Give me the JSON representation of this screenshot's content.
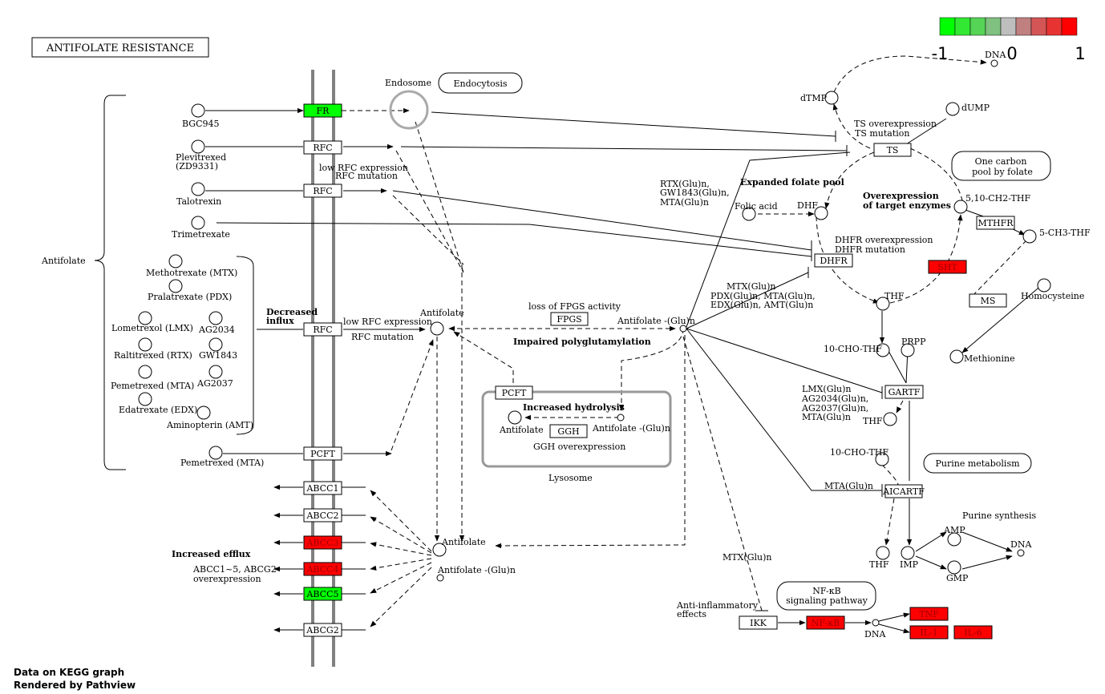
{
  "title": "ANTIFOLATE RESISTANCE",
  "legend": {
    "colors": [
      "#00ff00",
      "#33e833",
      "#55d455",
      "#80c080",
      "#bebebe",
      "#c08080",
      "#d45555",
      "#e83333",
      "#ff0000"
    ],
    "labels": [
      "-1",
      "0",
      "1"
    ]
  },
  "genes": [
    {
      "id": "FR",
      "label": "FR",
      "fill": "#00ff00"
    },
    {
      "id": "RFC1",
      "label": "RFC",
      "fill": "#ffffff"
    },
    {
      "id": "RFC2",
      "label": "RFC",
      "fill": "#ffffff"
    },
    {
      "id": "RFC3",
      "label": "RFC",
      "fill": "#ffffff"
    },
    {
      "id": "PCFT1",
      "label": "PCFT",
      "fill": "#ffffff"
    },
    {
      "id": "PCFT2",
      "label": "PCFT",
      "fill": "#ffffff"
    },
    {
      "id": "ABCC1",
      "label": "ABCC1",
      "fill": "#ffffff"
    },
    {
      "id": "ABCC2",
      "label": "ABCC2",
      "fill": "#ffffff"
    },
    {
      "id": "ABCC3",
      "label": "ABCC3",
      "fill": "#ff0000"
    },
    {
      "id": "ABCC4",
      "label": "ABCC4",
      "fill": "#ff0000"
    },
    {
      "id": "ABCC5",
      "label": "ABCC5",
      "fill": "#00ff00"
    },
    {
      "id": "ABCG2",
      "label": "ABCG2",
      "fill": "#ffffff"
    },
    {
      "id": "FPGS",
      "label": "FPGS",
      "fill": "#ffffff"
    },
    {
      "id": "GGH",
      "label": "GGH",
      "fill": "#ffffff"
    },
    {
      "id": "TS",
      "label": "TS",
      "fill": "#ffffff"
    },
    {
      "id": "DHFR",
      "label": "DHFR",
      "fill": "#ffffff"
    },
    {
      "id": "MTHFR",
      "label": "MTHFR",
      "fill": "#ffffff"
    },
    {
      "id": "SHT",
      "label": "SHT",
      "fill": "#ff0000"
    },
    {
      "id": "MS",
      "label": "MS",
      "fill": "#ffffff"
    },
    {
      "id": "GARTF",
      "label": "GARTF",
      "fill": "#ffffff"
    },
    {
      "id": "AICARTF",
      "label": "AICARTF",
      "fill": "#ffffff"
    },
    {
      "id": "IKK",
      "label": "IKK",
      "fill": "#ffffff"
    },
    {
      "id": "NFKB",
      "label": "NF-κB",
      "fill": "#ff0000"
    },
    {
      "id": "TNF",
      "label": "TNF",
      "fill": "#ff0000"
    },
    {
      "id": "IL1",
      "label": "IL-1",
      "fill": "#ff0000"
    },
    {
      "id": "IL6",
      "label": "IL-6",
      "fill": "#ff0000"
    }
  ],
  "pathways": {
    "endocytosis": "Endocytosis",
    "one_carbon": [
      "One carbon",
      "pool by folate"
    ],
    "purine": "Purine metabolism",
    "nfkb": [
      "NF-κB",
      "signaling pathway"
    ]
  },
  "compounds": {
    "bgc945": "BGC945",
    "plevitrexed": [
      "Plevitrexed",
      "(ZD9331)"
    ],
    "talotrexin": "Talotrexin",
    "trimetrexate": "Trimetrexate",
    "mtx": "Methotrexate (MTX)",
    "pdx": "Pralatrexate (PDX)",
    "lmx": "Lometrexol (LMX)",
    "ag2034": "AG2034",
    "rtx": "Raltitrexed (RTX)",
    "gw1843": "GW1843",
    "mta": "Pemetrexed (MTA)",
    "ag2037": "AG2037",
    "edx": "Edatrexate (EDX)",
    "amt": "Aminopterin (AMT)",
    "mta2": "Pemetrexed (MTA)",
    "antifolate_in": "Antifolate",
    "antifolate_glu": "Antifolate -(Glu)n",
    "lyso_antifolate": "Antifolate",
    "lyso_antifolate_glu": "Antifolate -(Glu)n",
    "efflux_antifolate": "Antifolate",
    "efflux_antifolate_glu": "Antifolate -(Glu)n",
    "folic_acid": "Folic acid",
    "dhf": "DHF",
    "dtmp": "dTMP",
    "dump": "dUMP",
    "dna_top": "DNA",
    "ch2thf": "5,10-CH2-THF",
    "ch3thf": "5-CH3-THF",
    "thf": "THF",
    "homocysteine": "Homocysteine",
    "methionine": "Methionine",
    "cho_thf1": "10-CHO-THF",
    "prpp": "PRPP",
    "thf2": "THF",
    "cho_thf2": "10-CHO-THF",
    "thf3": "THF",
    "imp": "IMP",
    "amp": "AMP",
    "gmp": "GMP",
    "dna_purine": "DNA",
    "dna_nfkb": "DNA"
  },
  "labels": {
    "antifolate": "Antifolate",
    "endosome": "Endosome",
    "low_rfc_1": "low RFC expression",
    "rfc_mut_1": "RFC mutation",
    "decreased_influx": [
      "Decreased",
      "influx"
    ],
    "low_rfc_2": "low RFC expression",
    "rfc_mut_2": "RFC mutation",
    "loss_fpgs": "loss of FPGS activity",
    "impaired_poly": "Impaired polyglutamylation",
    "increased_hydrolysis": "Increased hydrolysis",
    "ggh_over": "GGH overexpression",
    "lysosome": "Lysosome",
    "increased_efflux": "Increased efflux",
    "abcc_over": [
      "ABCC1~5, ABCG2",
      "overexpression"
    ],
    "ts_over": [
      "TS overexpression",
      "TS mutation"
    ],
    "expanded_pool": "Expanded folate pool",
    "rtx_glu": [
      "RTX(Glu)n,",
      "GW1843(Glu)n,",
      "MTA(Glu)n"
    ],
    "over_target": [
      "Overexpression",
      "of target enzymes"
    ],
    "dhfr_over": [
      "DHFR overexpression",
      "DHFR mutation"
    ],
    "mtx_glu": [
      "MTX(Glu)n",
      "PDX(Glu)n, MTA(Glu)n,",
      "EDX(Glu)n, AMT(Glu)n"
    ],
    "lmx_glu": [
      "LMX(Glu)n",
      "AG2034(Glu)n,",
      "AG2037(Glu)n,",
      "MTA(Glu)n"
    ],
    "mta_glu": "MTA(Glu)n",
    "purine_synth": "Purine synthesis",
    "mtx_glu2": "MTX(Glu)n",
    "anti_inflam": [
      "Anti-inflammatory",
      "effects"
    ]
  },
  "footer": [
    "Data on KEGG graph",
    "Rendered by Pathview"
  ]
}
